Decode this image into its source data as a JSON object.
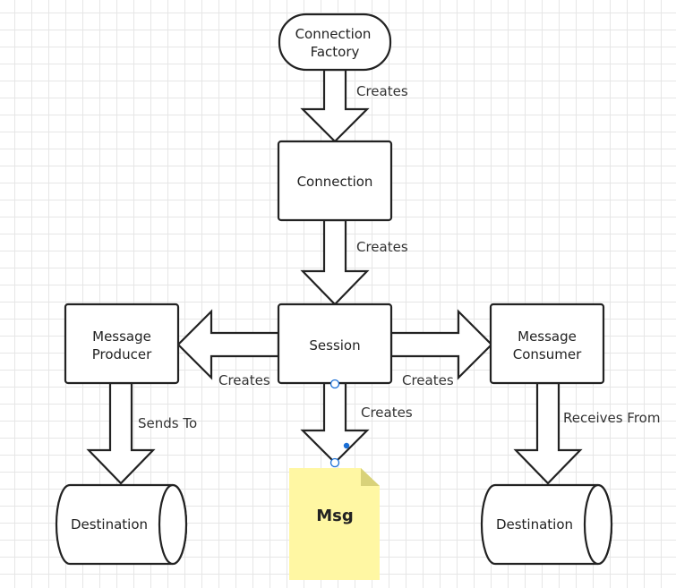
{
  "nodes": {
    "connection_factory": {
      "line1": "Connection",
      "line2": "Factory"
    },
    "connection": {
      "label": "Connection"
    },
    "session": {
      "label": "Session"
    },
    "message_producer": {
      "line1": "Message",
      "line2": "Producer"
    },
    "message_consumer": {
      "line1": "Message",
      "line2": "Consumer"
    },
    "destination_left": {
      "label": "Destination"
    },
    "destination_right": {
      "label": "Destination"
    },
    "msg_note": {
      "label": "Msg",
      "color": "#fff7a3",
      "fold_color": "#d9d27a"
    }
  },
  "edges": {
    "factory_to_connection": "Creates",
    "connection_to_session": "Creates",
    "session_to_producer": "Creates",
    "session_to_consumer": "Creates",
    "session_to_msg": "Creates",
    "producer_to_destination": "Sends To",
    "consumer_to_destination": "Receives From"
  },
  "selection_color": "#1a6fd6"
}
